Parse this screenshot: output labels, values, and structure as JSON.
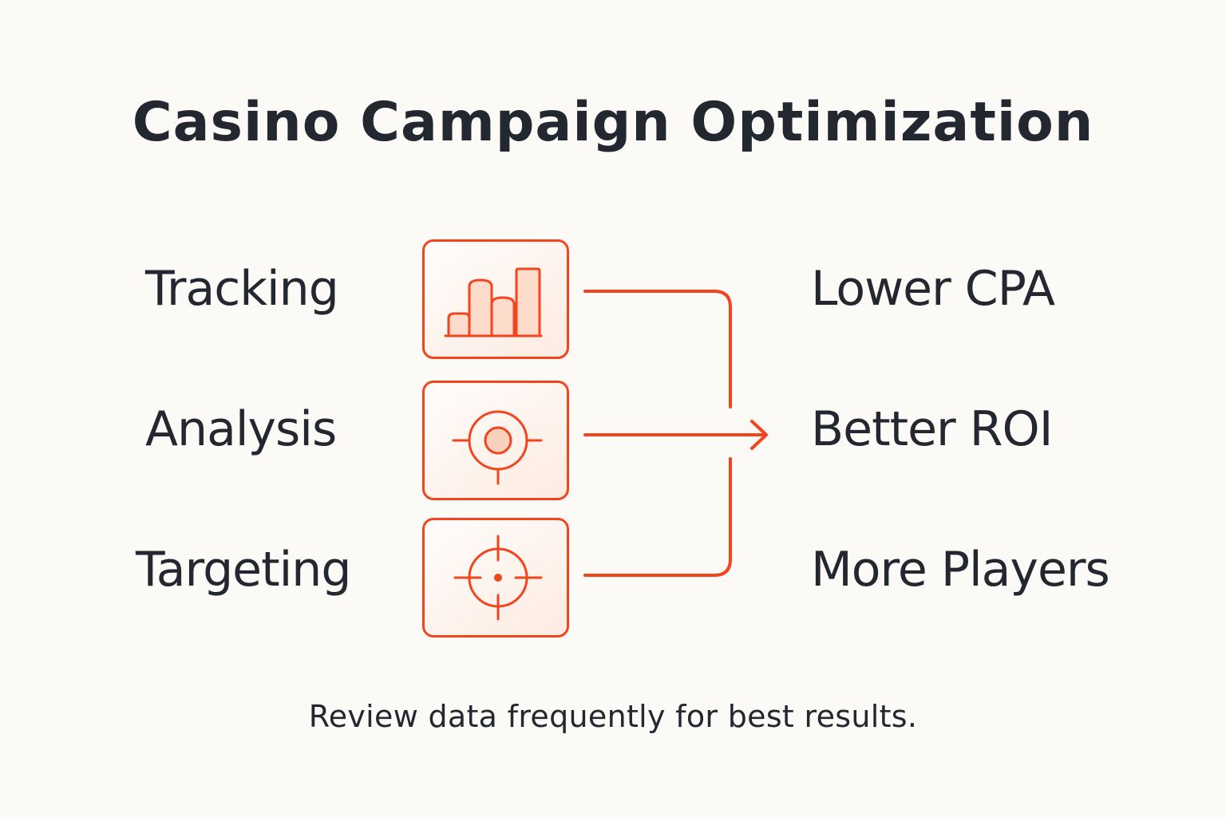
{
  "title": "Casino Campaign Optimization",
  "inputs": [
    {
      "label": "Tracking",
      "icon": "bar-chart-icon"
    },
    {
      "label": "Analysis",
      "icon": "target-icon"
    },
    {
      "label": "Targeting",
      "icon": "crosshair-icon"
    }
  ],
  "outcomes": [
    {
      "label": "Lower CPA"
    },
    {
      "label": "Better ROI"
    },
    {
      "label": "More Players"
    }
  ],
  "footer": "Review data frequently for best results.",
  "colors": {
    "accent": "#f2441d",
    "text": "#23272f",
    "background": "#fbfaf6"
  }
}
